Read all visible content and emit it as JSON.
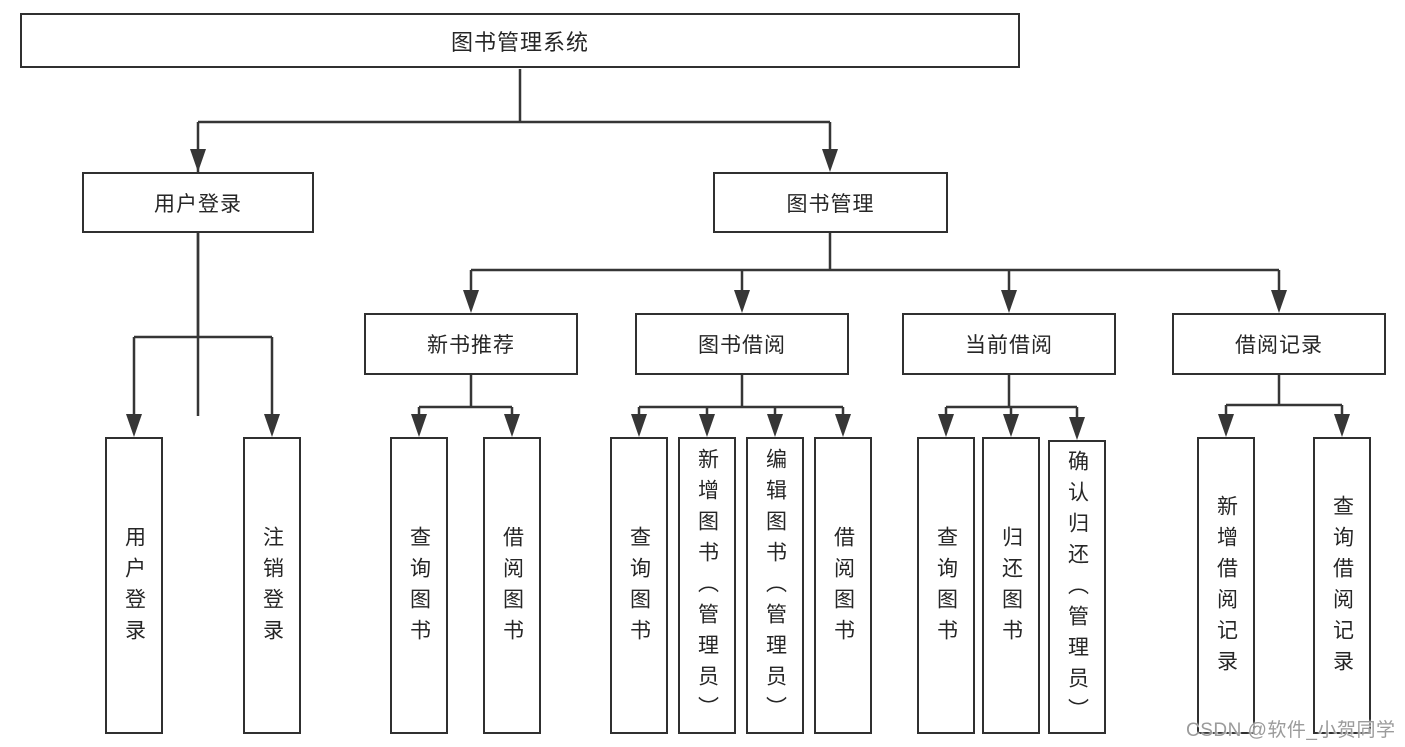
{
  "colors": {
    "border": "#303030",
    "text": "#262626",
    "line": "#363636",
    "watermark": "#9b9b9b",
    "background": "#ffffff"
  },
  "tree": {
    "root": {
      "label": "图书管理系统"
    },
    "branches": [
      {
        "label": "用户登录",
        "children": [
          {
            "label": "用户登录"
          },
          {
            "label": "注销登录"
          }
        ]
      },
      {
        "label": "图书管理",
        "children": [
          {
            "label": "新书推荐",
            "children": [
              {
                "label": "查询图书"
              },
              {
                "label": "借阅图书"
              }
            ]
          },
          {
            "label": "图书借阅",
            "children": [
              {
                "label": "查询图书"
              },
              {
                "label": "新增图书（管理员）"
              },
              {
                "label": "编辑图书（管理员）"
              },
              {
                "label": "借阅图书"
              }
            ]
          },
          {
            "label": "当前借阅",
            "children": [
              {
                "label": "查询图书"
              },
              {
                "label": "归还图书"
              },
              {
                "label": "确认归还（管理员）"
              }
            ]
          },
          {
            "label": "借阅记录",
            "children": [
              {
                "label": "新增借阅记录"
              },
              {
                "label": "查询借阅记录"
              }
            ]
          }
        ]
      }
    ]
  },
  "watermark": {
    "text": "CSDN @软件_小贺同学"
  }
}
